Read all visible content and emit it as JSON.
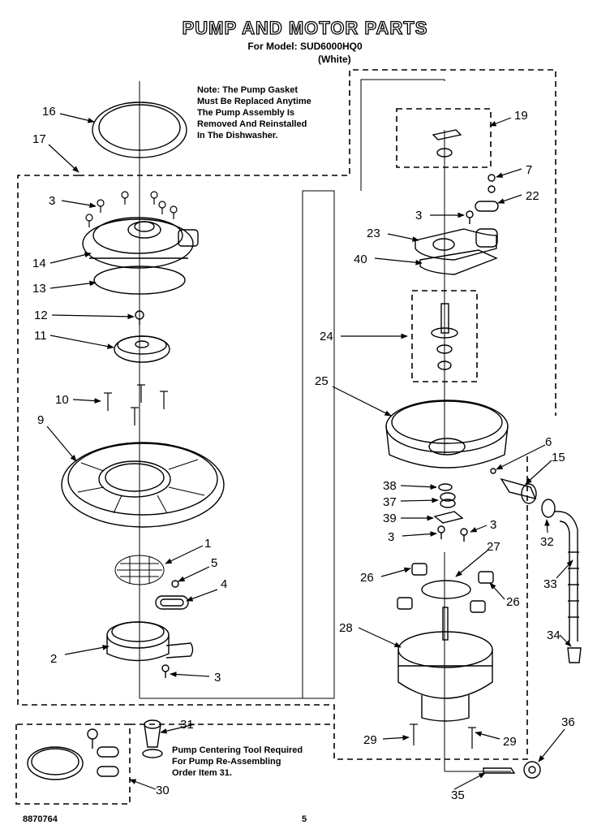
{
  "header": {
    "title": "PUMP AND MOTOR PARTS",
    "model_line": "For Model: SUD6000HQ0",
    "color_line": "(White)"
  },
  "note": "Note: The Pump Gasket\nMust Be Replaced Anytime\nThe Pump Assembly Is\nRemoved And Reinstalled\nIn The Dishwasher.",
  "tool_note": "Pump Centering Tool Required\nFor Pump Re-Assembling\nOrder Item 31.",
  "footer": {
    "part_number": "8870764",
    "page": "5"
  },
  "callouts": {
    "c1": "1",
    "c2": "2",
    "c3a": "3",
    "c3b": "3",
    "c3c": "3",
    "c3d": "3",
    "c3e": "3",
    "c4": "4",
    "c5": "5",
    "c6": "6",
    "c7": "7",
    "c9": "9",
    "c10": "10",
    "c11": "11",
    "c12": "12",
    "c13": "13",
    "c14": "14",
    "c15": "15",
    "c16": "16",
    "c17": "17",
    "c19": "19",
    "c22": "22",
    "c23": "23",
    "c24": "24",
    "c25": "25",
    "c26a": "26",
    "c26b": "26",
    "c27": "27",
    "c28": "28",
    "c29a": "29",
    "c29b": "29",
    "c30": "30",
    "c31": "31",
    "c32": "32",
    "c33": "33",
    "c34": "34",
    "c35": "35",
    "c36": "36",
    "c37": "37",
    "c38": "38",
    "c39": "39",
    "c40": "40"
  }
}
